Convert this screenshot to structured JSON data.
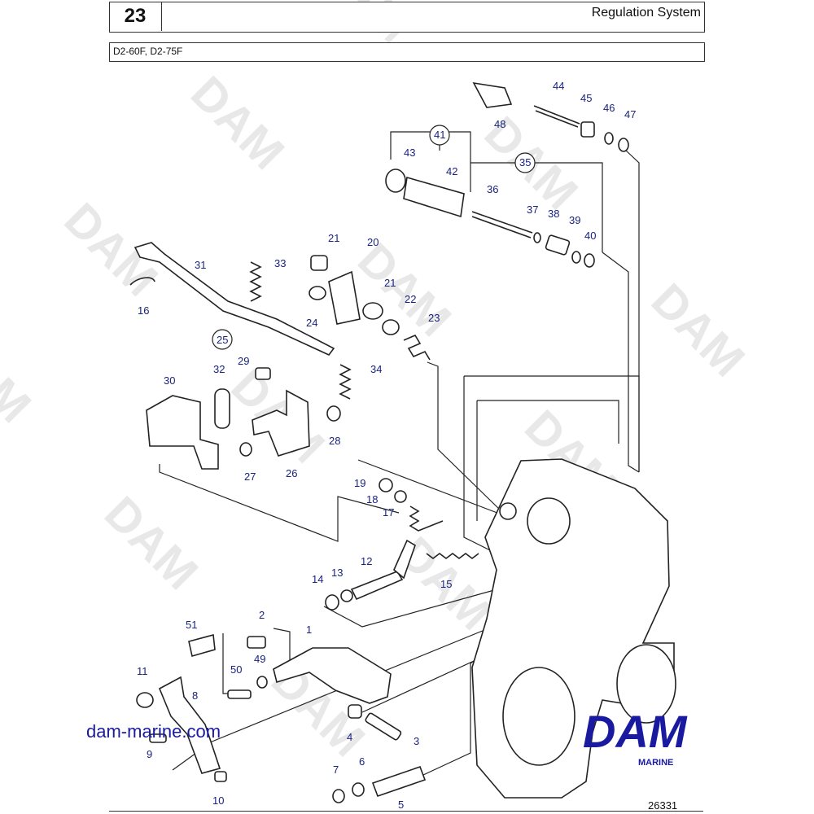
{
  "header": {
    "page_number": "23",
    "title": "Regulation System",
    "models": "D2-60F, D2-75F"
  },
  "watermark": {
    "text": "DAM"
  },
  "callouts": {
    "c1": "1",
    "c2": "2",
    "c3": "3",
    "c4": "4",
    "c5": "5",
    "c6": "6",
    "c7": "7",
    "c8": "8",
    "c9": "9",
    "c10": "10",
    "c11": "11",
    "c12": "12",
    "c13": "13",
    "c14": "14",
    "c15": "15",
    "c16": "16",
    "c17": "17",
    "c18": "18",
    "c19": "19",
    "c20": "20",
    "c21a": "21",
    "c21b": "21",
    "c22": "22",
    "c23": "23",
    "c24": "24",
    "c25": "25",
    "c26": "26",
    "c27": "27",
    "c28": "28",
    "c29": "29",
    "c30": "30",
    "c31": "31",
    "c32": "32",
    "c33": "33",
    "c34": "34",
    "c35": "35",
    "c36": "36",
    "c37": "37",
    "c38": "38",
    "c39": "39",
    "c40": "40",
    "c41": "41",
    "c42": "42",
    "c43": "43",
    "c44": "44",
    "c45": "45",
    "c46": "46",
    "c47": "47",
    "c48": "48",
    "c49": "49",
    "c50": "50",
    "c51": "51"
  },
  "footer": {
    "website": "dam-marine.com",
    "figure_number": "26331"
  },
  "logo": {
    "text": "DAM",
    "subtext": "MARINE",
    "color": "#1a1aa0"
  },
  "colors": {
    "callout_text": "#1a237e",
    "line": "#222222",
    "logo": "#1a1aa0"
  }
}
